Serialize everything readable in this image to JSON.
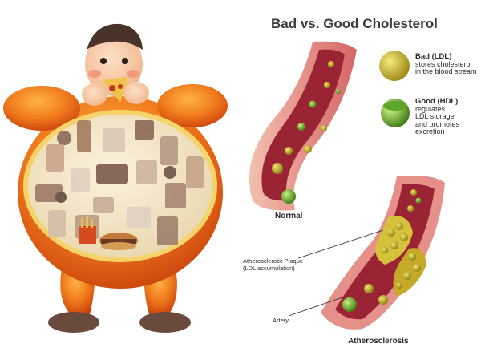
{
  "title": "Bad vs. Good Cholesterol",
  "legend": {
    "bad": {
      "heading": "Bad (LDL)",
      "description": "stores cholesterol\nin the blood stream",
      "color": "#b7a51a"
    },
    "good": {
      "heading": "Good (HDL)",
      "description": "regulates\nLDL storage\nand promotes\nexcretion",
      "color": "#5fa32a"
    }
  },
  "captions": {
    "normal": "Normal",
    "atherosclerosis": "Atherosclerosis"
  },
  "annotations": {
    "plaque": "Atherosclerotic Plaque\n(LDL accumulation)",
    "artery": "Artery"
  },
  "colors": {
    "artery_wall": "#d86a6a",
    "artery_inner": "#8e1f2b",
    "artery_outer": "#f2b9a8",
    "body_orange": "#e8641a",
    "stomach_fill": "#f3e3c0"
  }
}
